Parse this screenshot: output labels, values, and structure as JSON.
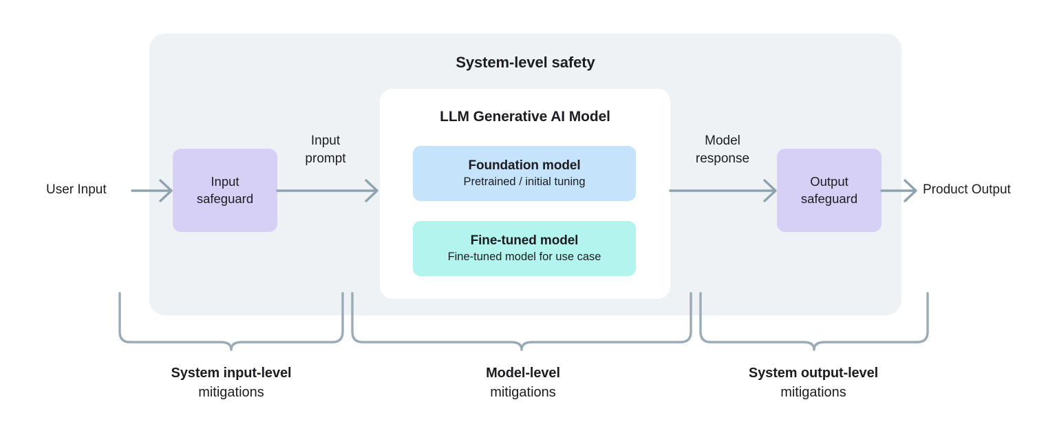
{
  "diagram": {
    "title": "System-level safety",
    "endpoints": {
      "input_label": "User Input",
      "output_label": "Product Output"
    },
    "flow_labels": {
      "input_prompt_line1": "Input",
      "input_prompt_line2": "prompt",
      "model_response_line1": "Model",
      "model_response_line2": "response"
    },
    "safeguards": {
      "input_line1": "Input",
      "input_line2": "safeguard",
      "output_line1": "Output",
      "output_line2": "safeguard"
    },
    "model_card": {
      "title": "LLM Generative AI Model",
      "sub_boxes": [
        {
          "title": "Foundation model",
          "description": "Pretrained / initial tuning",
          "color": "#c5e4fb"
        },
        {
          "title": "Fine-tuned model",
          "description": "Fine-tuned model for use case",
          "color": "#b3f5ee"
        }
      ]
    },
    "mitigation_brackets": [
      {
        "title": "System input-level",
        "subtitle": "mitigations"
      },
      {
        "title": "Model-level",
        "subtitle": "mitigations"
      },
      {
        "title": "System output-level",
        "subtitle": "mitigations"
      }
    ],
    "colors": {
      "system_container": "#eef2f5",
      "model_card": "#ffffff",
      "safeguard": "#d6d0f7",
      "foundation": "#c5e4fb",
      "fine_tuned": "#b3f5ee",
      "connector": "#8fa3ae",
      "text": "#1c1c21"
    }
  }
}
